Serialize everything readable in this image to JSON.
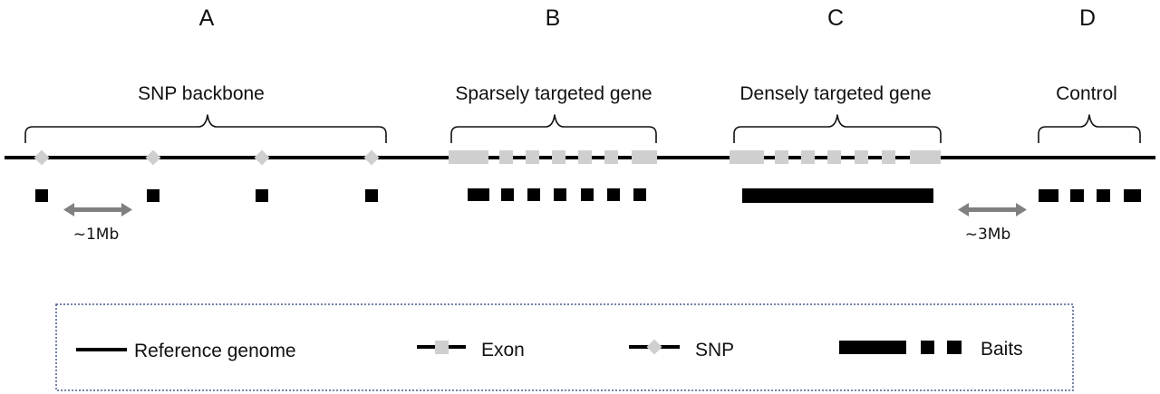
{
  "colors": {
    "genome_line": "#000000",
    "exon": "#cfcfcf",
    "snp": "#cfcfcf",
    "bait": "#000000",
    "distance_arrow": "#808080",
    "legend_border": "#4a5a8a"
  },
  "sections": [
    {
      "letter": "A",
      "title": "SNP backbone"
    },
    {
      "letter": "B",
      "title": "Sparsely targeted gene"
    },
    {
      "letter": "C",
      "title": "Densely targeted gene"
    },
    {
      "letter": "D",
      "title": "Control"
    }
  ],
  "distances": {
    "snp_spacing": "~1Mb",
    "control_gap": "~3Mb"
  },
  "legend": {
    "reference_genome": "Reference genome",
    "exon": "Exon",
    "snp": "SNP",
    "baits": "Baits"
  }
}
